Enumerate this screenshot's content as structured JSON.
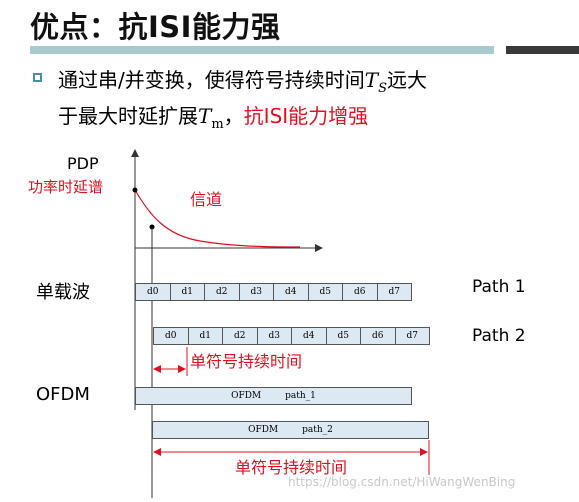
{
  "slide": {
    "title": "优点：抗ISI能力强",
    "bullet": {
      "line1_part1": "通过串/并变换，使得符号持续时间",
      "ts_main": "T",
      "ts_sub": "S",
      "line1_part2": "远大",
      "line2_part1": "于最大时延扩展",
      "tm_main": "T",
      "tm_sub": "m",
      "line2_sep": "，",
      "line2_red": "抗ISI能力增强"
    }
  },
  "diagram": {
    "pdp_label": "PDP",
    "pdp_cn": "功率时延谱",
    "channel_label": "信道",
    "single_carrier_label": "单载波",
    "ofdm_label": "OFDM",
    "path1_label": "Path 1",
    "path2_label": "Path 2",
    "symbols": [
      "d0",
      "d1",
      "d2",
      "d3",
      "d4",
      "d5",
      "d6",
      "d7"
    ],
    "ofdm_block1": {
      "left": "OFDM",
      "right": "path_1"
    },
    "ofdm_block2": {
      "left": "OFDM",
      "right": "path_2"
    },
    "symbol_duration_label_1": "单符号持续时间",
    "symbol_duration_label_2": "单符号持续时间"
  },
  "watermark": "https://blog.csdn.net/HiWangWenBing",
  "colors": {
    "accent_bar": "#a8c9ce",
    "dark_bar": "#3a3a3a",
    "red": "#e01020",
    "block_fill": "#dce8f2"
  }
}
